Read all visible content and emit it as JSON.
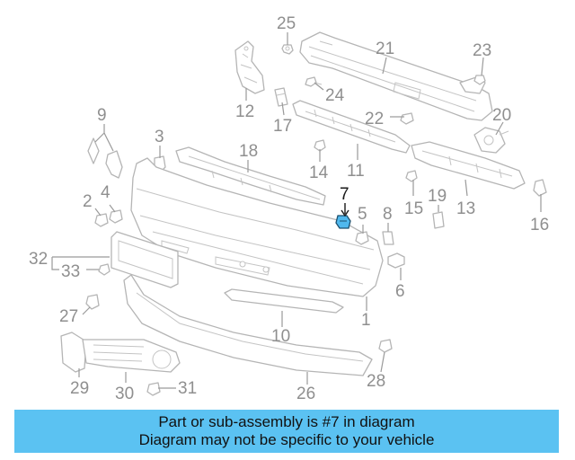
{
  "callouts": [
    "25",
    "21",
    "23",
    "24",
    "12",
    "17",
    "22",
    "20",
    "9",
    "3",
    "18",
    "14",
    "11",
    "15",
    "13",
    "16",
    "7",
    "2",
    "4",
    "19",
    "5",
    "8",
    "32",
    "33",
    "6",
    "27",
    "10",
    "1",
    "28",
    "29",
    "30",
    "31",
    "26"
  ],
  "highlight_callout": "7",
  "banner": {
    "line1": "Part or sub-assembly is #7 in diagram",
    "line2": "Diagram may not be specific to your vehicle",
    "background": "#5bc2f2"
  },
  "colors": {
    "line_art": "#b5b5b5",
    "label_gray": "#8f8f8f",
    "highlight_part": "#4fb8ee"
  }
}
